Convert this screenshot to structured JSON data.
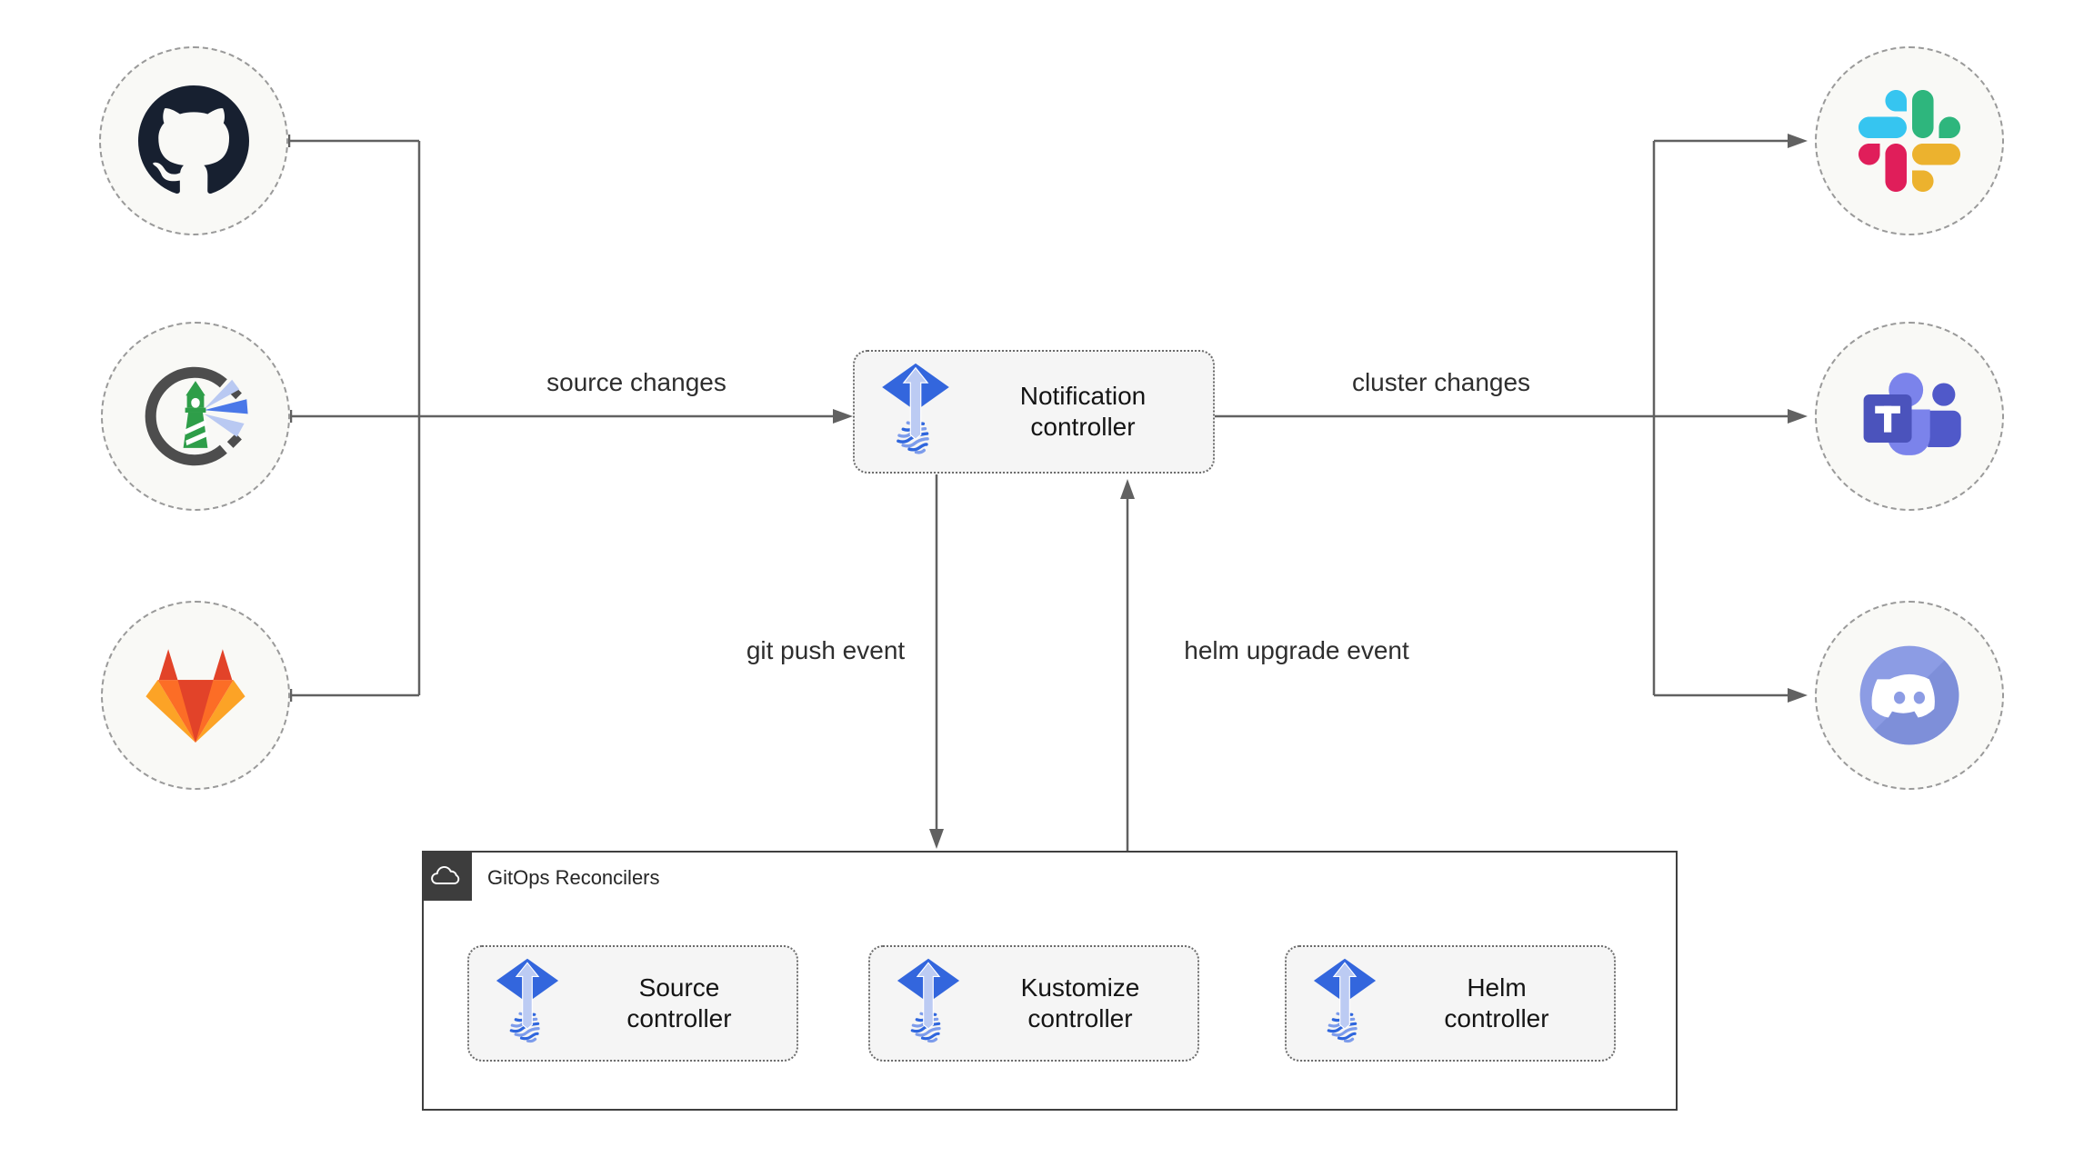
{
  "diagram": {
    "sources": [
      {
        "id": "github",
        "icon": "github-icon"
      },
      {
        "id": "harbor",
        "icon": "harbor-icon"
      },
      {
        "id": "gitlab",
        "icon": "gitlab-icon"
      }
    ],
    "notification_controller": {
      "label": "Notification controller",
      "icon": "flux-icon"
    },
    "edge_labels": {
      "source_changes": "source changes",
      "cluster_changes": "cluster changes",
      "git_push_event": "git push event",
      "helm_upgrade_event": "helm upgrade event"
    },
    "targets": [
      {
        "id": "slack",
        "icon": "slack-icon"
      },
      {
        "id": "teams",
        "icon": "microsoft-teams-icon"
      },
      {
        "id": "discord",
        "icon": "discord-icon"
      }
    ],
    "gitops_reconcilers": {
      "title": "GitOps Reconcilers",
      "icon": "cloud-icon",
      "controllers": [
        {
          "label": "Source controller",
          "icon": "flux-icon"
        },
        {
          "label": "Kustomize controller",
          "icon": "flux-icon"
        },
        {
          "label": "Helm controller",
          "icon": "flux-icon"
        }
      ]
    },
    "colors": {
      "connector": "#616161",
      "node_fill": "#F5F5F5",
      "node_border": "#6B6B6B",
      "endpoint_fill": "#F9F9F6",
      "endpoint_border": "#9A9A9A",
      "group_border": "#3F3F3F",
      "badge_background": "#3D3D3D",
      "label_text": "#2E2E2E",
      "flux_blue": "#3366DD",
      "flux_arrow_light": "#BCCBF3",
      "github_black": "#172030",
      "harbor_gray": "#4D4D4D",
      "harbor_green": "#2E9E49",
      "gitlab_red": "#E24329",
      "gitlab_orange": "#FC6D26",
      "gitlab_yellow": "#FCA326",
      "slack_blue": "#36C5F0",
      "slack_green": "#2EB67D",
      "slack_yellow": "#ECB22E",
      "slack_pink": "#E01E5A",
      "teams_purple": "#4B53BC",
      "discord_blurple": "#8C9CE4"
    }
  }
}
